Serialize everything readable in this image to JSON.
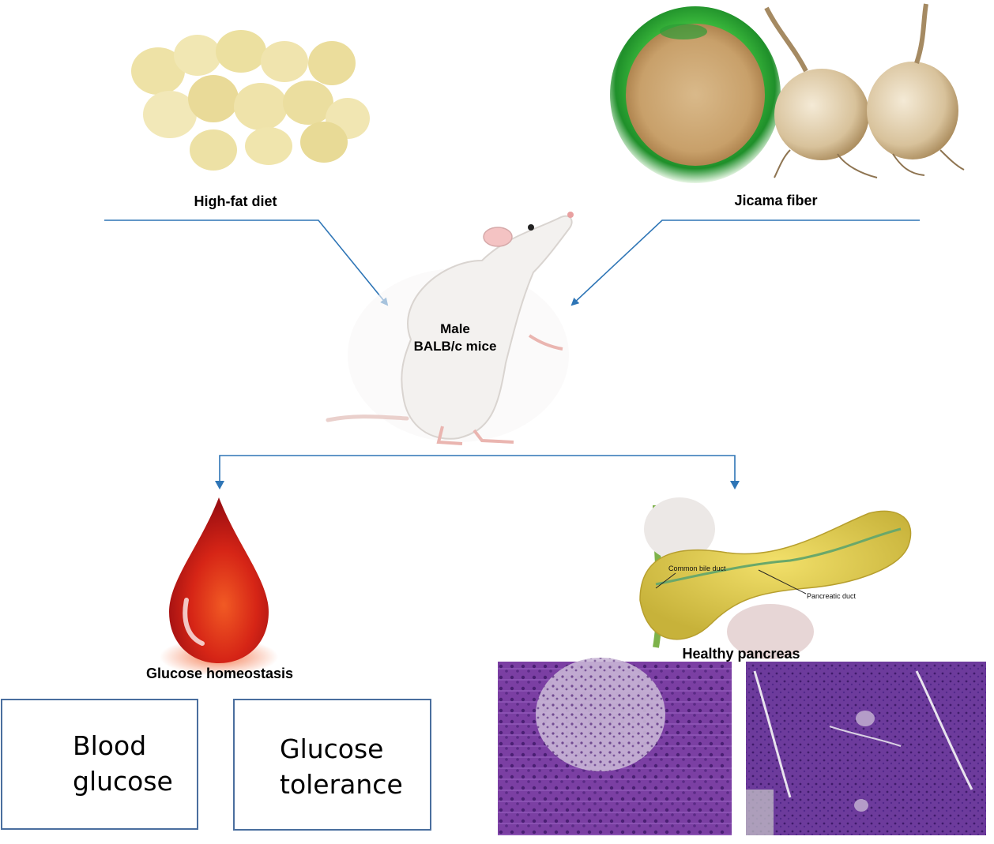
{
  "inputs": {
    "left_label": "High-fat diet",
    "right_label": "Jicama fiber"
  },
  "subject": {
    "line1": "Male",
    "line2": "BALB/c mice"
  },
  "outcomes": {
    "left_title": "Glucose homeostasis",
    "right_title": "Healthy pancreas",
    "pancreas_labels": {
      "bile_duct": "Common bile duct",
      "pancreatic_duct": "Pancreatic duct"
    }
  },
  "effects": [
    {
      "direction": "down",
      "line1": "Blood",
      "line2": "glucose"
    },
    {
      "direction": "up",
      "line1": "Glucose",
      "line2": "tolerance"
    }
  ],
  "colors": {
    "connector": "#2e75b6",
    "box_border": "#4a6e9e",
    "blood": "#c8161d",
    "histology": "#7a3fa0"
  }
}
